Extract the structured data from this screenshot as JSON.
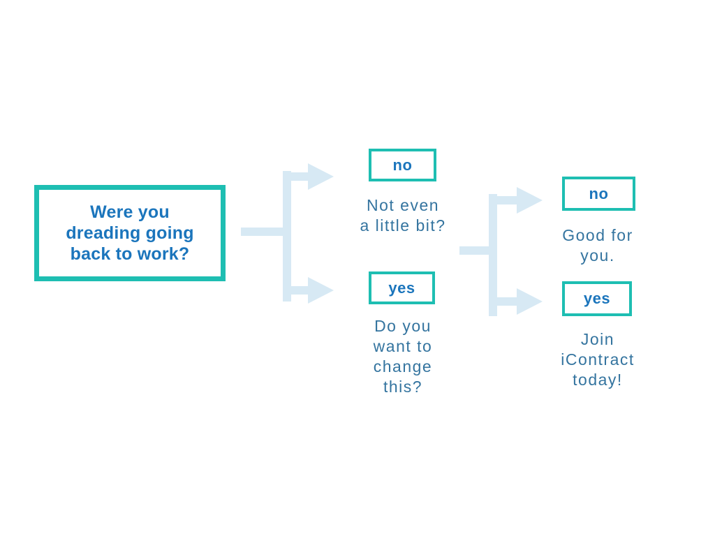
{
  "flowchart": {
    "root": {
      "question": "Were you\ndreading going\nback to work?"
    },
    "level1": {
      "no": {
        "label": "no",
        "caption": "Not even\na little bit?"
      },
      "yes": {
        "label": "yes",
        "caption": "Do you\nwant to\nchange\nthis?"
      }
    },
    "level2": {
      "no": {
        "label": "no",
        "caption": "Good for\nyou."
      },
      "yes": {
        "label": "yes",
        "caption": "Join\niContract\ntoday!"
      }
    }
  },
  "colors": {
    "box_border_teal": "#1ebeb2",
    "heading_blue": "#1b75bc",
    "caption_blue": "#34749f",
    "connector_light_blue": "#d7e9f4",
    "background": "#ffffff"
  }
}
